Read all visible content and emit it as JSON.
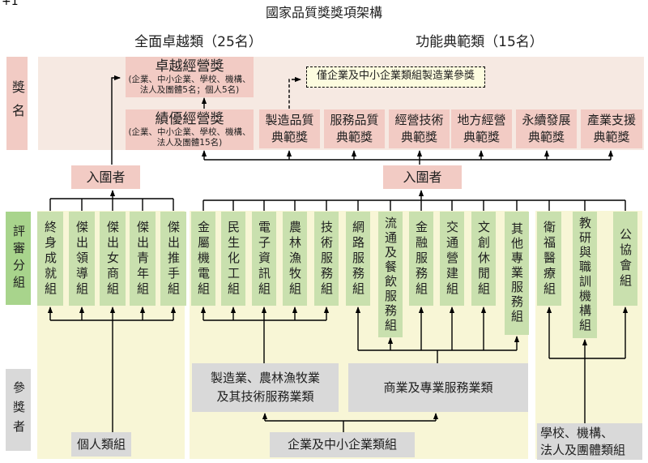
{
  "page": {
    "corner_mark": "+1",
    "title": "國家品質獎獎項架構"
  },
  "categories": {
    "comprehensive": "全面卓越類（25名）",
    "functional": "功能典範類（15名）"
  },
  "row_labels": {
    "award_names": "獎名",
    "review_groups": "評審分組",
    "participants": "參獎者"
  },
  "awards": {
    "excellence": {
      "title": "卓越經營獎",
      "sub1": "(企業、中小企業、學校、機構、",
      "sub2": "法人及團體5名；個人5名)"
    },
    "merit": {
      "title": "績優經營獎",
      "sub1": "(企業、中小企業、學校、機構、",
      "sub2": "法人及團體15名)"
    },
    "note": "僅企業及中小企業類組製造業參獎",
    "exemplary": [
      {
        "line1": "製造品質",
        "line2": "典範獎"
      },
      {
        "line1": "服務品質",
        "line2": "典範獎"
      },
      {
        "line1": "經營技術",
        "line2": "典範獎"
      },
      {
        "line1": "地方經營",
        "line2": "典範獎"
      },
      {
        "line1": "永續發展",
        "line2": "典範獎"
      },
      {
        "line1": "產業支援",
        "line2": "典範獎"
      }
    ]
  },
  "finalists": {
    "left": "入圍者",
    "right": "入圍者"
  },
  "review_groups": {
    "individual": [
      "終身成就組",
      "傑出領導組",
      "傑出女商組",
      "傑出青年組",
      "傑出推手組"
    ],
    "business": [
      "金屬機電組",
      "民生化工組",
      "電子資訊組",
      "農林漁牧組",
      "技術服務組",
      "網路服務組",
      "流通及餐飲服務組",
      "金融服務組",
      "交通營建組",
      "文創休閒組",
      "其他專業服務組"
    ],
    "institution": [
      "衛福醫療組",
      "教研與職訓機構組",
      "公協會組"
    ]
  },
  "participants": {
    "individual": "個人類組",
    "manufacturing": {
      "line1": "製造業、農林漁牧業",
      "line2": "及其技術服務業類"
    },
    "commerce": "商業及專業服務業類",
    "enterprise": "企業及中小企業類組",
    "school": {
      "line1": "學校、機構、",
      "line2": "法人及團體類組"
    }
  },
  "colors": {
    "award_pink": "#f2cbc4",
    "backdrop_pink": "#f6e9e2",
    "panel_cream": "#f8f6d6",
    "group_green": "#c9e0ae",
    "label_green": "#a8d48c",
    "gray": "#d9d9d9",
    "note_yellow": "#fdfcdf"
  }
}
